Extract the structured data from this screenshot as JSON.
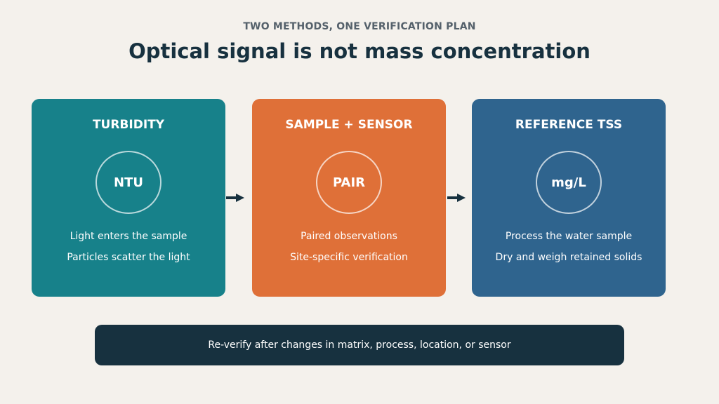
{
  "header": {
    "eyebrow": "TWO METHODS, ONE VERIFICATION PLAN",
    "title": "Optical signal is not mass concentration"
  },
  "cards": [
    {
      "heading": "TURBIDITY",
      "badge": "NTU",
      "lines": [
        "Light enters the sample",
        "Particles scatter the light"
      ],
      "color": "#17818a"
    },
    {
      "heading": "SAMPLE + SENSOR",
      "badge": "PAIR",
      "lines": [
        "Paired observations",
        "Site-specific verification"
      ],
      "color": "#df7038"
    },
    {
      "heading": "REFERENCE TSS",
      "badge": "mg/L",
      "lines": [
        "Process the water sample",
        "Dry and weigh retained solids"
      ],
      "color": "#2f648e"
    }
  ],
  "connectors": [
    {
      "icon": "arrow-right-icon"
    },
    {
      "icon": "arrow-right-icon"
    }
  ],
  "footer_note": "Re-verify after changes in matrix, process, location, or sensor",
  "colors": {
    "background": "#f4f1ec",
    "title": "#17313f",
    "eyebrow": "#55616b",
    "note_background": "#17313f"
  }
}
